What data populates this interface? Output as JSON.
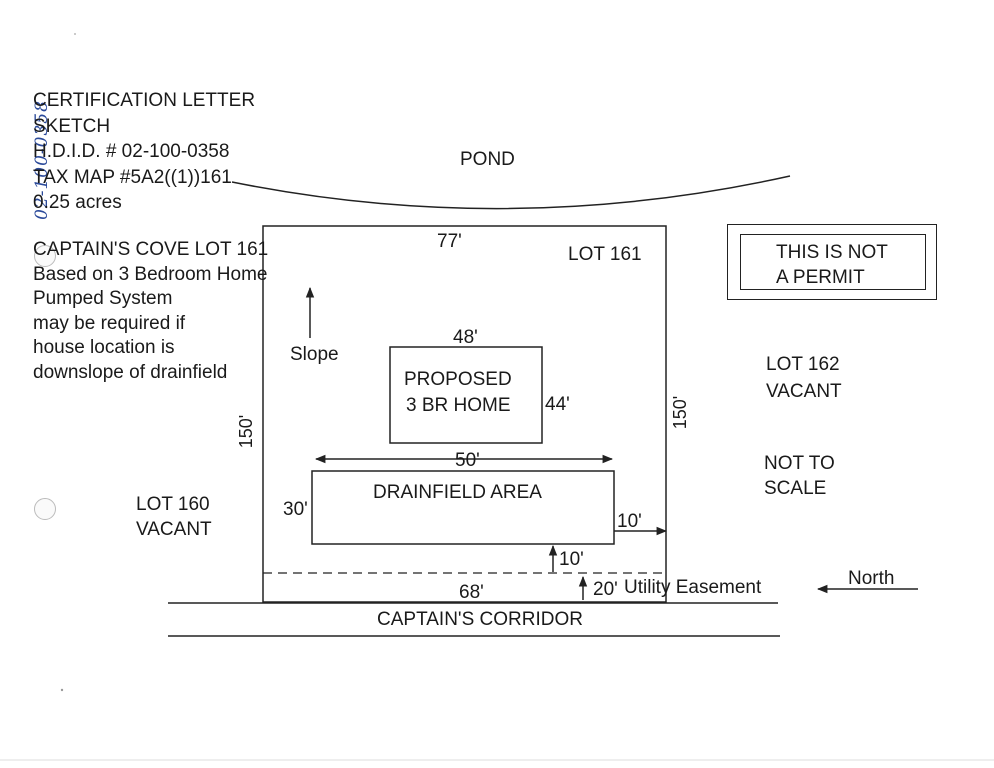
{
  "header": {
    "line1": "CERTIFICATION LETTER",
    "line2": "SKETCH",
    "line3": "H.D.I.D. # 02-100-0358",
    "line4": "TAX MAP #5A2((1))161",
    "line5": "0.25 acres"
  },
  "handwritten_note": "02-100-0358",
  "notes": {
    "line1": "CAPTAIN'S COVE LOT 161",
    "line2": "Based on 3 Bedroom Home",
    "line3": "Pumped System",
    "line4": "may be required if",
    "line5": "house location is",
    "line6": "downslope of drainfield"
  },
  "pond_label": "POND",
  "lot_label": "LOT 161",
  "top_dimension": "77'",
  "bottom_dimension": "68'",
  "left_dimension": "150'",
  "right_dimension": "150'",
  "slope_label": "Slope",
  "home": {
    "width_label": "48'",
    "depth_label": "44'",
    "line1": "PROPOSED",
    "line2": "3 BR HOME"
  },
  "drainfield": {
    "width_label": "50'",
    "depth_label": "30'",
    "label": "DRAINFIELD AREA",
    "side_setback": "10'",
    "bottom_setback": "10'"
  },
  "easement": {
    "width": "20'",
    "label": "Utility Easement"
  },
  "permit_notice": {
    "line1": "THIS IS NOT",
    "line2": "A PERMIT"
  },
  "lot162": {
    "line1": "LOT 162",
    "line2": "VACANT"
  },
  "scale_note": {
    "line1": "NOT TO",
    "line2": "SCALE"
  },
  "lot160": {
    "line1": "LOT 160",
    "line2": "VACANT"
  },
  "north_label": "North",
  "road_label": "CAPTAIN'S CORRIDOR"
}
